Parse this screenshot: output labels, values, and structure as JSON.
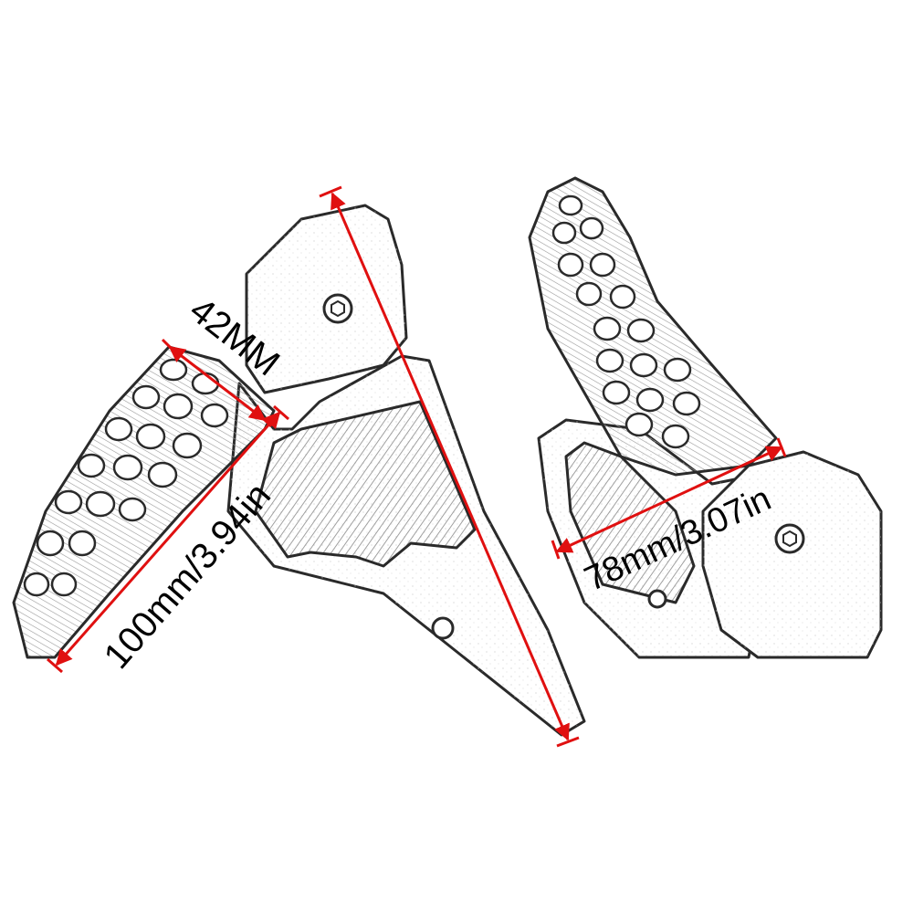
{
  "colors": {
    "background": "#ffffff",
    "part_outline": "#2a2a2a",
    "part_fill": "#ffffff",
    "texture": "#8a8a8a",
    "dimension_line": "#e01010",
    "dimension_text": "#000000"
  },
  "dimensions": {
    "width_short": "42MM",
    "length_long": "100mm/3.94in",
    "length_right": "78mm/3.07in"
  }
}
